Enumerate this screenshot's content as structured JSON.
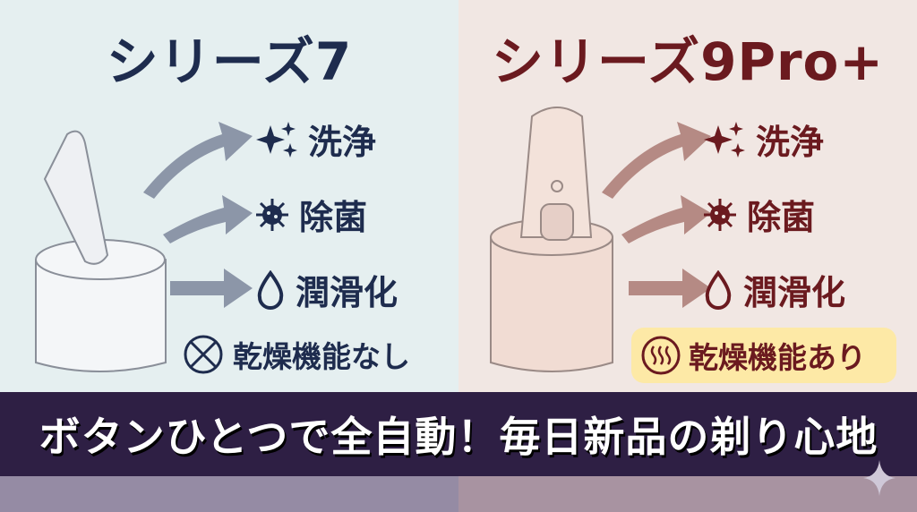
{
  "left": {
    "title": "シリーズ7",
    "features": [
      "洗浄",
      "除菌",
      "潤滑化"
    ],
    "drying": "乾燥機能なし",
    "icons": [
      "sparkle-icon",
      "germ-icon",
      "droplet-icon",
      "no-drying-icon"
    ],
    "color": "#1e2c4e"
  },
  "right": {
    "title": "シリーズ9Pro+",
    "features": [
      "洗浄",
      "除菌",
      "潤滑化"
    ],
    "drying": "乾燥機能あり",
    "icons": [
      "sparkle-icon",
      "germ-icon",
      "droplet-icon",
      "heat-icon"
    ],
    "color": "#6b1a1f"
  },
  "banner": {
    "text": "ボタンひとつで全自動！毎日新品の剃り心地"
  }
}
